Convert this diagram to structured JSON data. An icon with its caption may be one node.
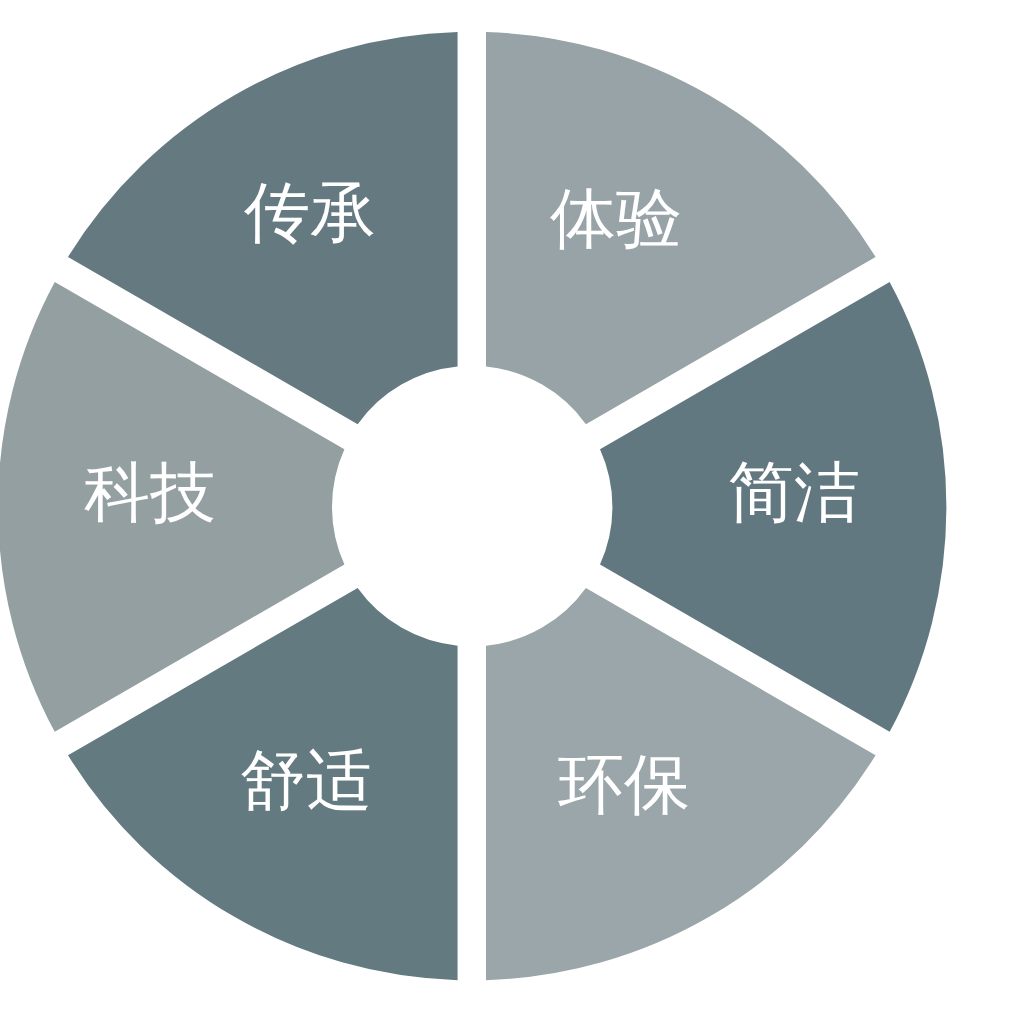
{
  "diagram": {
    "nodes": [
      {
        "text": [
          "传承"
        ]
      },
      {
        "text": [
          "体验"
        ]
      },
      {
        "text": [
          "简洁"
        ]
      },
      {
        "text": [
          "环保"
        ]
      },
      {
        "text": [
          "舒适"
        ]
      },
      {
        "text": [
          "科技"
        ]
      }
    ]
  }
}
